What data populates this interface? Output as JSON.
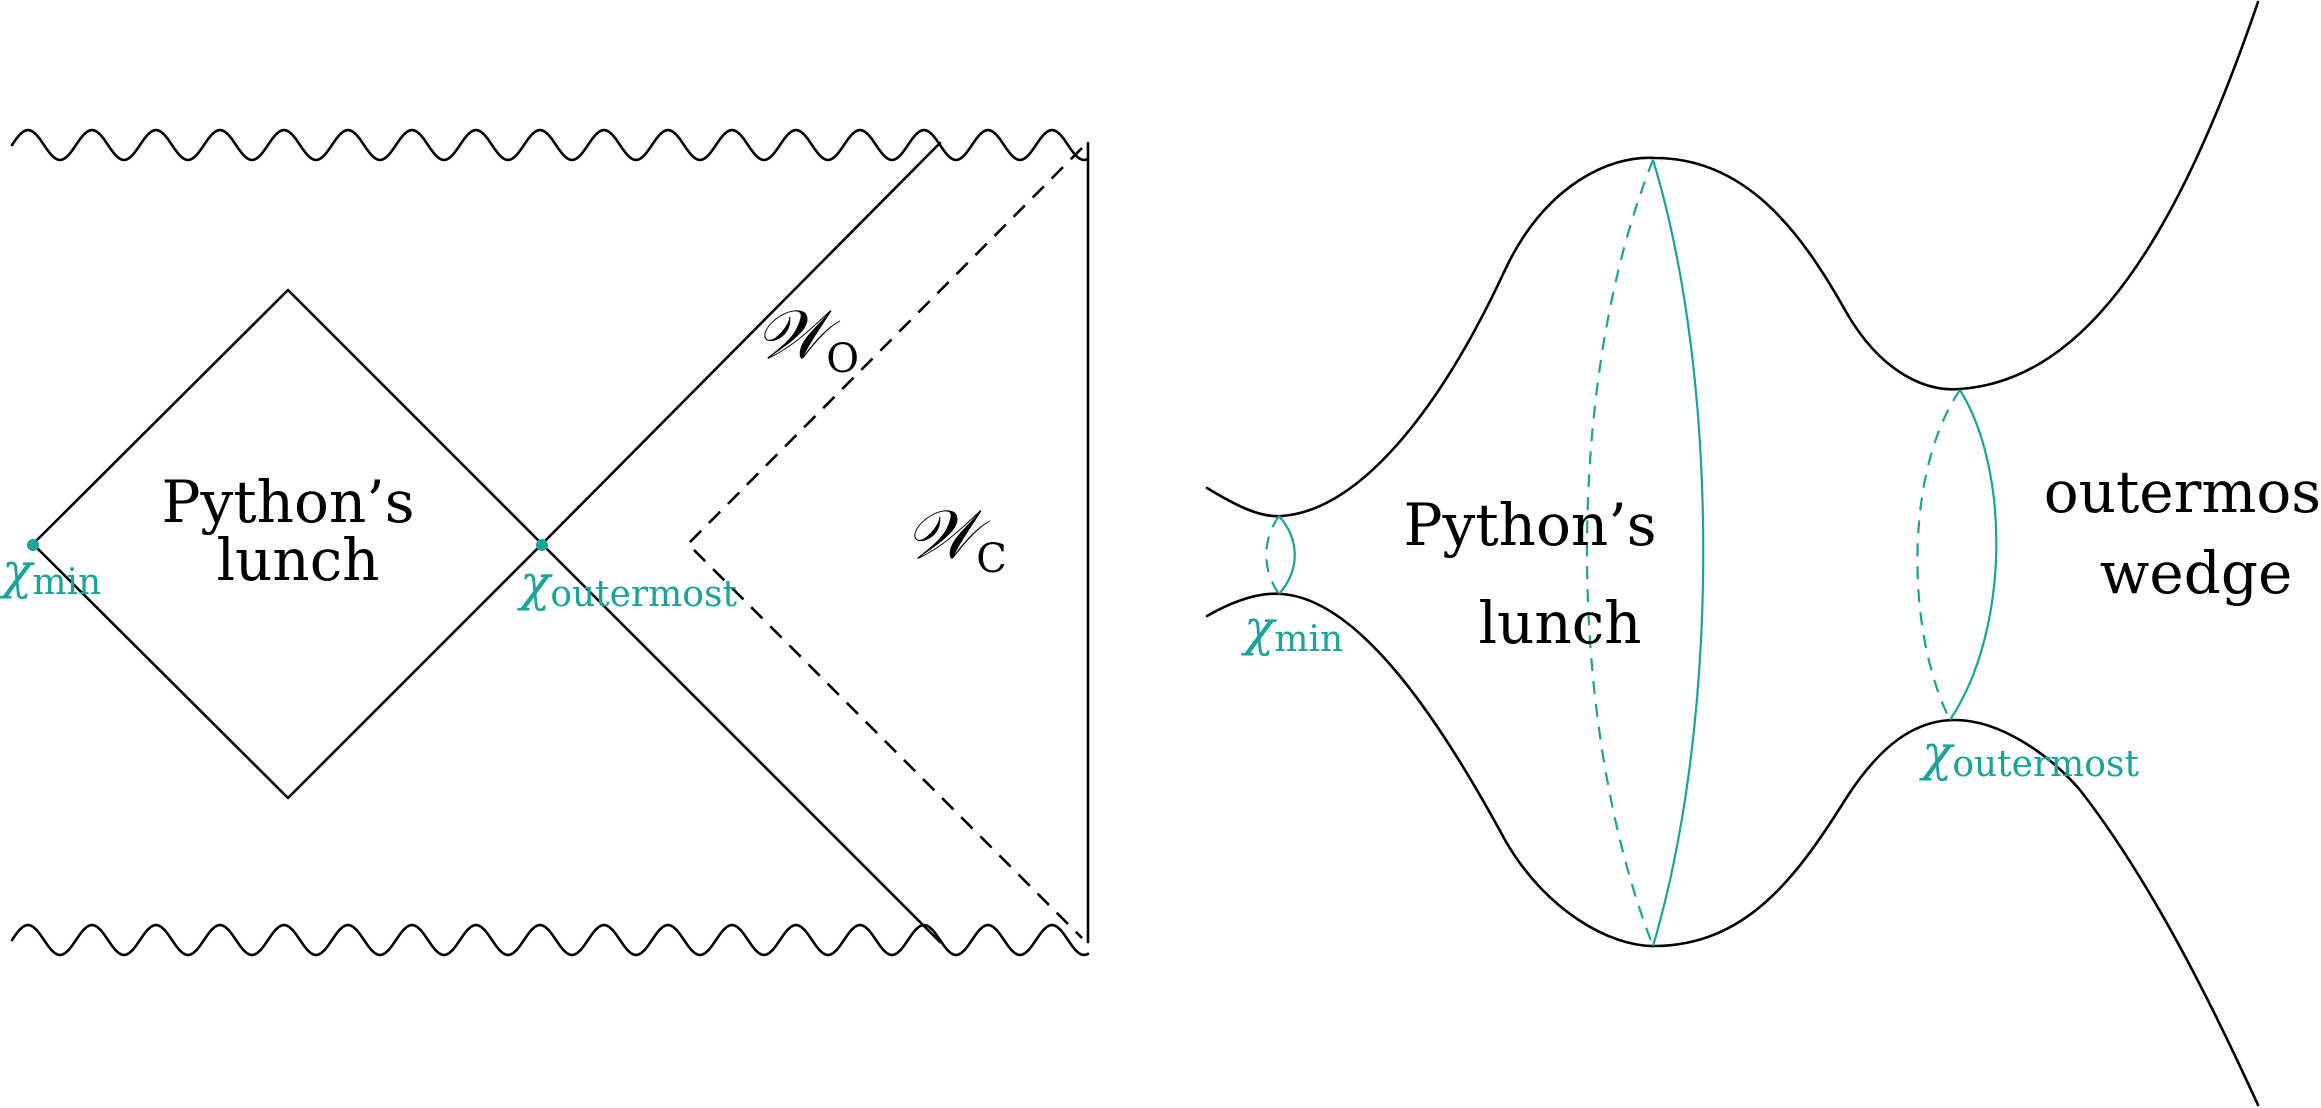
{
  "colors": {
    "accent": "#1aa39a",
    "ink": "#000000"
  },
  "left_panel": {
    "region_label_line1": "Python’s",
    "region_label_line2": "lunch",
    "wedge_outer": {
      "symbol": "𝒲",
      "subscript": "O"
    },
    "wedge_complement": {
      "symbol": "𝒲",
      "subscript": "C"
    },
    "chi_min": {
      "symbol": "χ",
      "subscript": "min"
    },
    "chi_outermost": {
      "symbol": "χ",
      "subscript": "outermost"
    }
  },
  "right_panel": {
    "region_label_line1": "Python’s",
    "region_label_line2": "lunch",
    "outer_label_line1": "outermost",
    "outer_label_line2": "wedge",
    "chi_min": {
      "symbol": "χ",
      "subscript": "min"
    },
    "chi_outermost": {
      "symbol": "χ",
      "subscript": "outermost"
    }
  }
}
